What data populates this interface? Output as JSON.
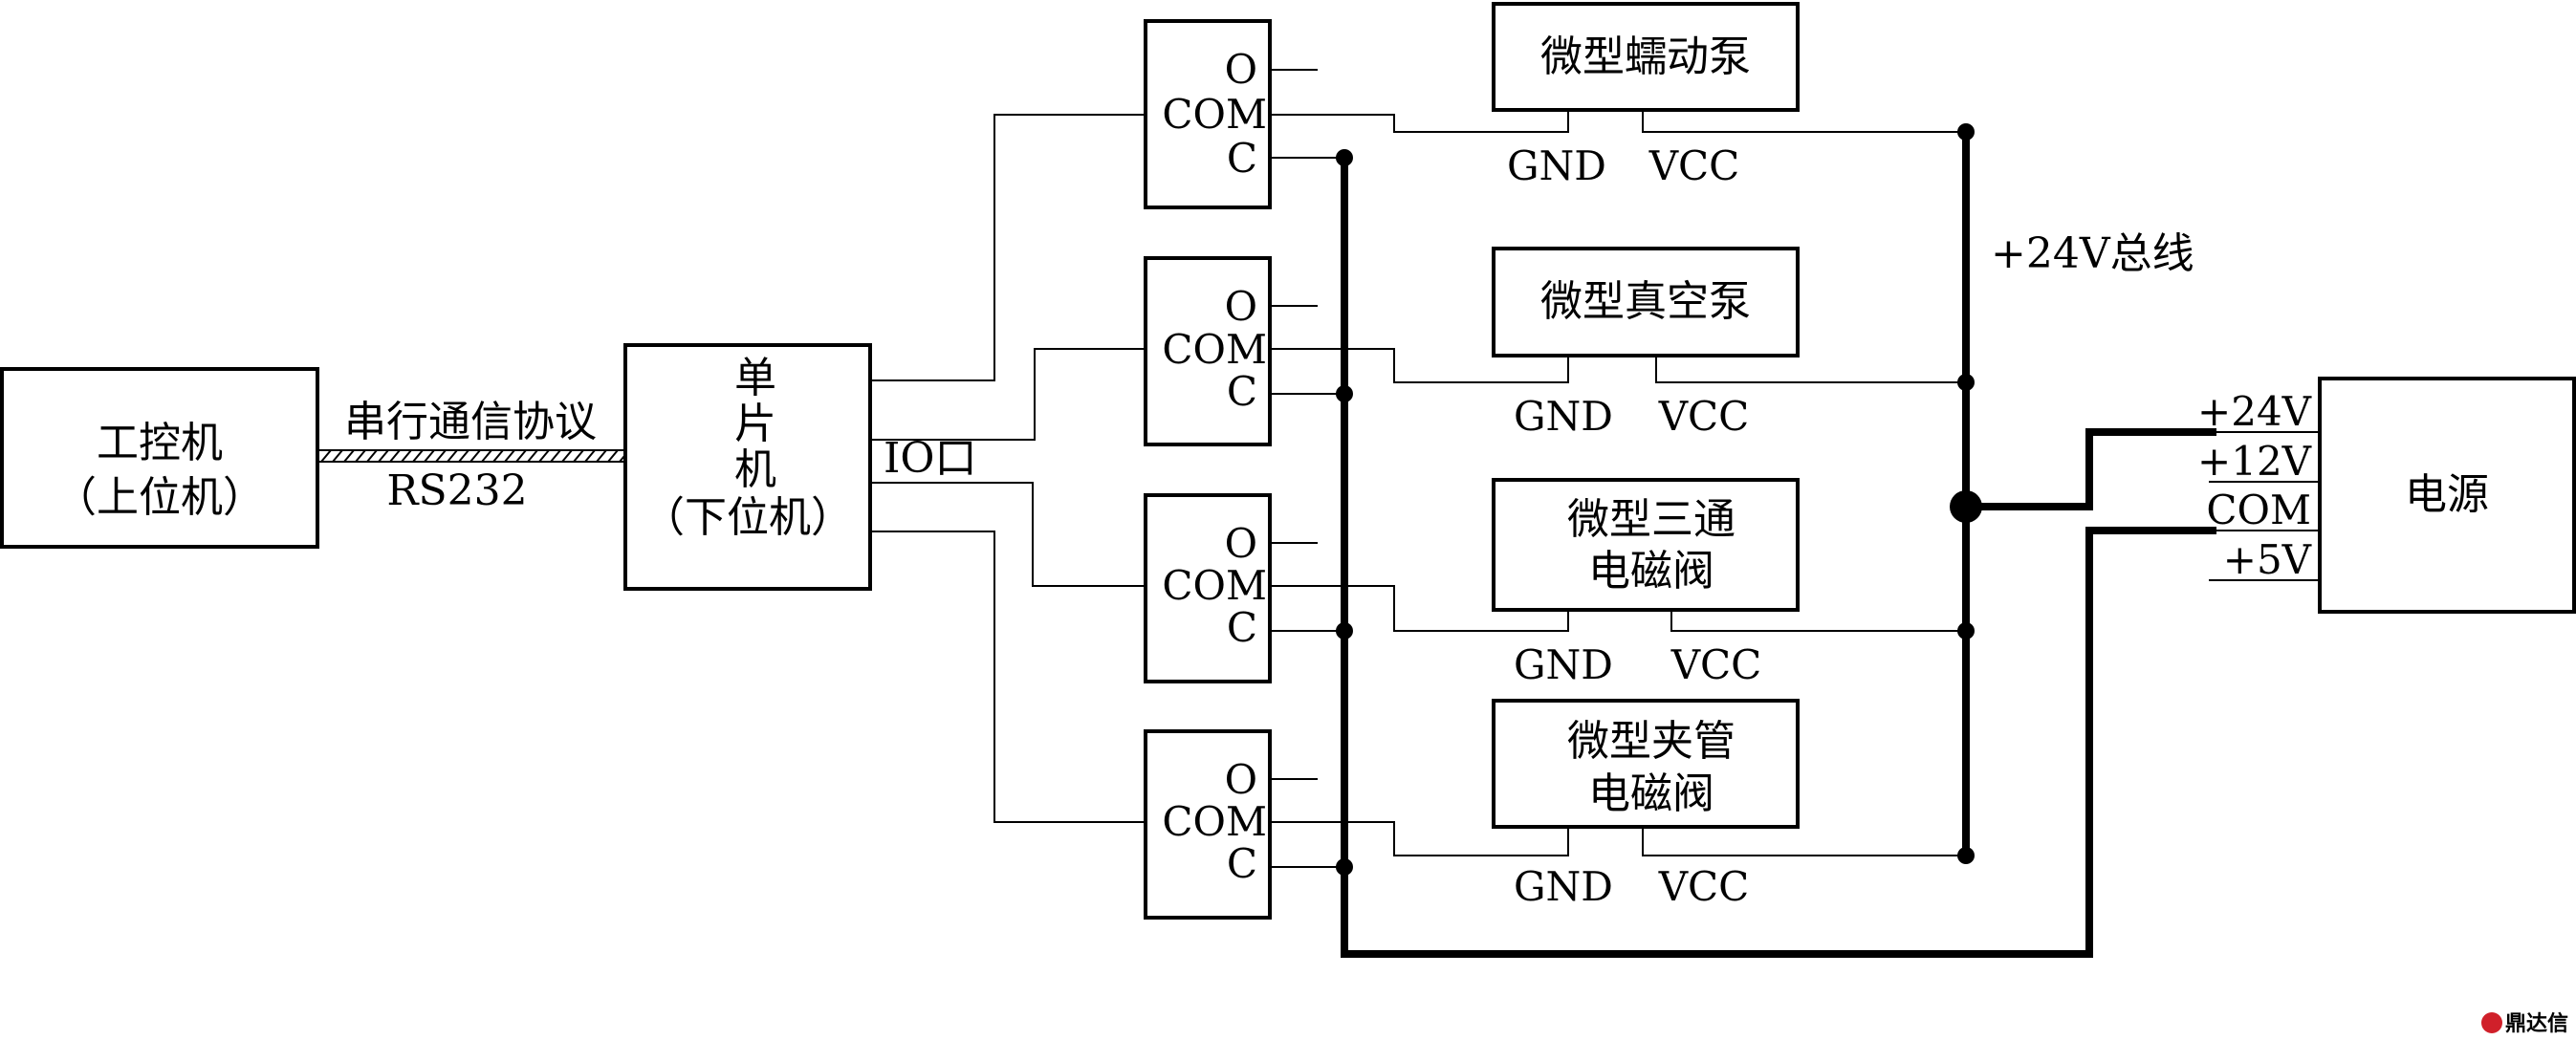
{
  "host": {
    "line1": "工控机",
    "line2": "（上位机）"
  },
  "link": {
    "protocol": "串行通信协议",
    "interface": "RS232"
  },
  "mcu": {
    "line1": "单",
    "line2": "片",
    "line3": "机",
    "line4": "（下位机）"
  },
  "io_label": "IO口",
  "relay_pins": {
    "o": "O",
    "com": "COM",
    "c": "C"
  },
  "device_pins": {
    "gnd": "GND",
    "vcc": "VCC"
  },
  "devices": [
    {
      "line1": "微型蠕动泵",
      "line2": ""
    },
    {
      "line1": "微型真空泵",
      "line2": ""
    },
    {
      "line1": "微型三通",
      "line2": "电磁阀"
    },
    {
      "line1": "微型夹管",
      "line2": "电磁阀"
    }
  ],
  "bus_label": "+24V总线",
  "power": {
    "title": "电源",
    "terminals": [
      "+24V",
      "+12V",
      "COM",
      "+5V"
    ]
  },
  "watermark": "鼎达信"
}
